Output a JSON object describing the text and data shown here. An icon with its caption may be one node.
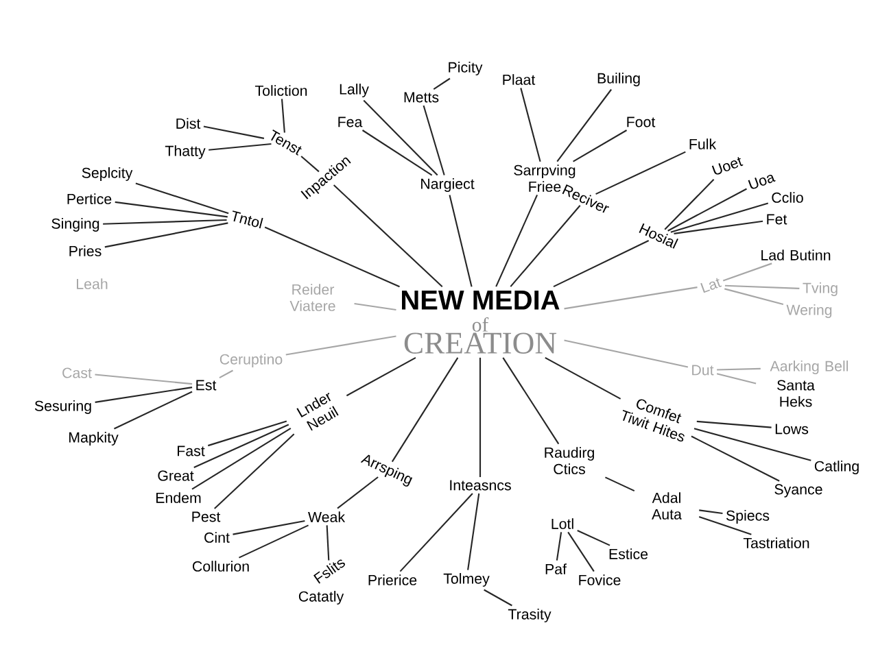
{
  "diagram": {
    "nodes": [
      {
        "text": [
          "NEW MEDIA",
          "of",
          "CREATION"
        ]
      },
      {
        "text": [
          "Inpaction"
        ]
      },
      {
        "text": [
          "Tenst"
        ]
      },
      {
        "text": [
          "Toliction"
        ]
      },
      {
        "text": [
          "Dist"
        ]
      },
      {
        "text": [
          "Thatty"
        ]
      },
      {
        "text": [
          "Tntol"
        ]
      },
      {
        "text": [
          "Seplcity"
        ]
      },
      {
        "text": [
          "Pertice"
        ]
      },
      {
        "text": [
          "Singing"
        ]
      },
      {
        "text": [
          "Pries"
        ]
      },
      {
        "text": [
          "Nargiect"
        ]
      },
      {
        "text": [
          "Lally"
        ]
      },
      {
        "text": [
          "Fea"
        ]
      },
      {
        "text": [
          "Metts"
        ]
      },
      {
        "text": [
          "Picity"
        ]
      },
      {
        "text": [
          "Sarrpving Friee"
        ]
      },
      {
        "text": [
          "Plaat"
        ]
      },
      {
        "text": [
          "Builing"
        ]
      },
      {
        "text": [
          "Foot"
        ]
      },
      {
        "text": [
          "Reciver"
        ]
      },
      {
        "text": [
          "Fulk"
        ]
      },
      {
        "text": [
          "Hosial"
        ]
      },
      {
        "text": [
          "Uoet"
        ]
      },
      {
        "text": [
          "Uoa"
        ]
      },
      {
        "text": [
          "Cclio"
        ]
      },
      {
        "text": [
          "Fet"
        ]
      },
      {
        "text": [
          "Lad Butinn"
        ]
      },
      {
        "text": [
          "Lat"
        ]
      },
      {
        "text": [
          "Tving"
        ]
      },
      {
        "text": [
          "Wering"
        ]
      },
      {
        "text": [
          "Dut"
        ]
      },
      {
        "text": [
          "Aarking Bell"
        ]
      },
      {
        "text": [
          "Santa Heks"
        ]
      },
      {
        "text": [
          "Comfet Tiwit Hites"
        ]
      },
      {
        "text": [
          "Lows"
        ]
      },
      {
        "text": [
          "Catling"
        ]
      },
      {
        "text": [
          "Syance"
        ]
      },
      {
        "text": [
          "Raudirg Ctics"
        ]
      },
      {
        "text": [
          "Adal Auta"
        ]
      },
      {
        "text": [
          "Spiecs"
        ]
      },
      {
        "text": [
          "Tastriation"
        ]
      },
      {
        "text": [
          "Inteasncs"
        ]
      },
      {
        "text": [
          "Prierice"
        ]
      },
      {
        "text": [
          "Tolmey"
        ]
      },
      {
        "text": [
          "Trasity"
        ]
      },
      {
        "text": [
          "Lotl"
        ]
      },
      {
        "text": [
          "Paf"
        ]
      },
      {
        "text": [
          "Estice"
        ]
      },
      {
        "text": [
          "Fovice"
        ]
      },
      {
        "text": [
          "Arrsping"
        ]
      },
      {
        "text": [
          "Weak"
        ]
      },
      {
        "text": [
          "Cint"
        ]
      },
      {
        "text": [
          "Collurion"
        ]
      },
      {
        "text": [
          "Fslits"
        ]
      },
      {
        "text": [
          "Catatly"
        ]
      },
      {
        "text": [
          "Lnder Neuil"
        ]
      },
      {
        "text": [
          "Fast"
        ]
      },
      {
        "text": [
          "Great"
        ]
      },
      {
        "text": [
          "Endem"
        ]
      },
      {
        "text": [
          "Pest"
        ]
      },
      {
        "text": [
          "Est"
        ]
      },
      {
        "text": [
          "Cast"
        ]
      },
      {
        "text": [
          "Sesuring"
        ]
      },
      {
        "text": [
          "Mapkity"
        ]
      },
      {
        "text": [
          "Ceruptino"
        ]
      },
      {
        "text": [
          "Reider Viatere"
        ]
      },
      {
        "text": [
          "Leah"
        ]
      }
    ],
    "edges": [
      {
        "from": 0,
        "to": 1,
        "arrow": "none"
      },
      {
        "from": 1,
        "to": 2,
        "arrow": "none"
      },
      {
        "from": 2,
        "to": 3,
        "arrow": "none"
      },
      {
        "from": 2,
        "to": 4,
        "arrow": "none"
      },
      {
        "from": 2,
        "to": 5,
        "arrow": "none"
      },
      {
        "from": 0,
        "to": 6,
        "arrow": "none"
      },
      {
        "from": 6,
        "to": 7,
        "arrow": "none"
      },
      {
        "from": 6,
        "to": 8,
        "arrow": "none"
      },
      {
        "from": 6,
        "to": 9,
        "arrow": "none"
      },
      {
        "from": 6,
        "to": 10,
        "arrow": "none"
      },
      {
        "from": 0,
        "to": 11,
        "arrow": "none"
      },
      {
        "from": 11,
        "to": 12,
        "arrow": "none"
      },
      {
        "from": 11,
        "to": 13,
        "arrow": "none"
      },
      {
        "from": 11,
        "to": 14,
        "arrow": "none"
      },
      {
        "from": 14,
        "to": 15,
        "arrow": "none"
      },
      {
        "from": 0,
        "to": 16,
        "arrow": "none"
      },
      {
        "from": 16,
        "to": 17,
        "arrow": "none"
      },
      {
        "from": 16,
        "to": 18,
        "arrow": "none"
      },
      {
        "from": 16,
        "to": 19,
        "arrow": "none"
      },
      {
        "from": 0,
        "to": 20,
        "arrow": "none"
      },
      {
        "from": 20,
        "to": 21,
        "arrow": "none"
      },
      {
        "from": 0,
        "to": 22,
        "arrow": "none"
      },
      {
        "from": 22,
        "to": 23,
        "arrow": "none"
      },
      {
        "from": 22,
        "to": 24,
        "arrow": "none"
      },
      {
        "from": 22,
        "to": 25,
        "arrow": "none"
      },
      {
        "from": 22,
        "to": 26,
        "arrow": "none"
      },
      {
        "from": 0,
        "to": 28,
        "arrow": "none",
        "color": "#a6a6a6"
      },
      {
        "from": 28,
        "to": 27,
        "arrow": "none",
        "color": "#a6a6a6"
      },
      {
        "from": 28,
        "to": 29,
        "arrow": "none",
        "color": "#a6a6a6"
      },
      {
        "from": 28,
        "to": 30,
        "arrow": "none",
        "color": "#a6a6a6"
      },
      {
        "from": 0,
        "to": 31,
        "arrow": "none",
        "color": "#a6a6a6"
      },
      {
        "from": 31,
        "to": 32,
        "arrow": "none",
        "color": "#a6a6a6"
      },
      {
        "from": 31,
        "to": 33,
        "arrow": "none",
        "color": "#a6a6a6"
      },
      {
        "from": 0,
        "to": 34,
        "arrow": "none"
      },
      {
        "from": 34,
        "to": 35,
        "arrow": "none"
      },
      {
        "from": 34,
        "to": 36,
        "arrow": "none"
      },
      {
        "from": 34,
        "to": 37,
        "arrow": "none"
      },
      {
        "from": 0,
        "to": 38,
        "arrow": "none"
      },
      {
        "from": 38,
        "to": 39,
        "arrow": "none"
      },
      {
        "from": 39,
        "to": 40,
        "arrow": "none"
      },
      {
        "from": 39,
        "to": 41,
        "arrow": "none"
      },
      {
        "from": 0,
        "to": 42,
        "arrow": "none"
      },
      {
        "from": 42,
        "to": 43,
        "arrow": "none"
      },
      {
        "from": 42,
        "to": 44,
        "arrow": "none"
      },
      {
        "from": 44,
        "to": 45,
        "arrow": "none"
      },
      {
        "from": 46,
        "to": 47,
        "arrow": "none"
      },
      {
        "from": 46,
        "to": 48,
        "arrow": "none"
      },
      {
        "from": 46,
        "to": 49,
        "arrow": "none"
      },
      {
        "from": 0,
        "to": 50,
        "arrow": "none"
      },
      {
        "from": 50,
        "to": 51,
        "arrow": "none"
      },
      {
        "from": 51,
        "to": 52,
        "arrow": "none"
      },
      {
        "from": 51,
        "to": 53,
        "arrow": "none"
      },
      {
        "from": 51,
        "to": 54,
        "arrow": "none"
      },
      {
        "from": 0,
        "to": 56,
        "arrow": "none"
      },
      {
        "from": 56,
        "to": 57,
        "arrow": "none"
      },
      {
        "from": 56,
        "to": 58,
        "arrow": "none"
      },
      {
        "from": 56,
        "to": 59,
        "arrow": "none"
      },
      {
        "from": 56,
        "to": 60,
        "arrow": "none"
      },
      {
        "from": 0,
        "to": 65,
        "arrow": "none",
        "color": "#a6a6a6"
      },
      {
        "from": 65,
        "to": 61,
        "arrow": "none",
        "color": "#a6a6a6"
      },
      {
        "from": 61,
        "to": 62,
        "arrow": "none",
        "color": "#a6a6a6"
      },
      {
        "from": 61,
        "to": 63,
        "arrow": "none"
      },
      {
        "from": 61,
        "to": 64,
        "arrow": "none"
      },
      {
        "from": 0,
        "to": 66,
        "arrow": "none",
        "color": "#a6a6a6"
      }
    ]
  }
}
